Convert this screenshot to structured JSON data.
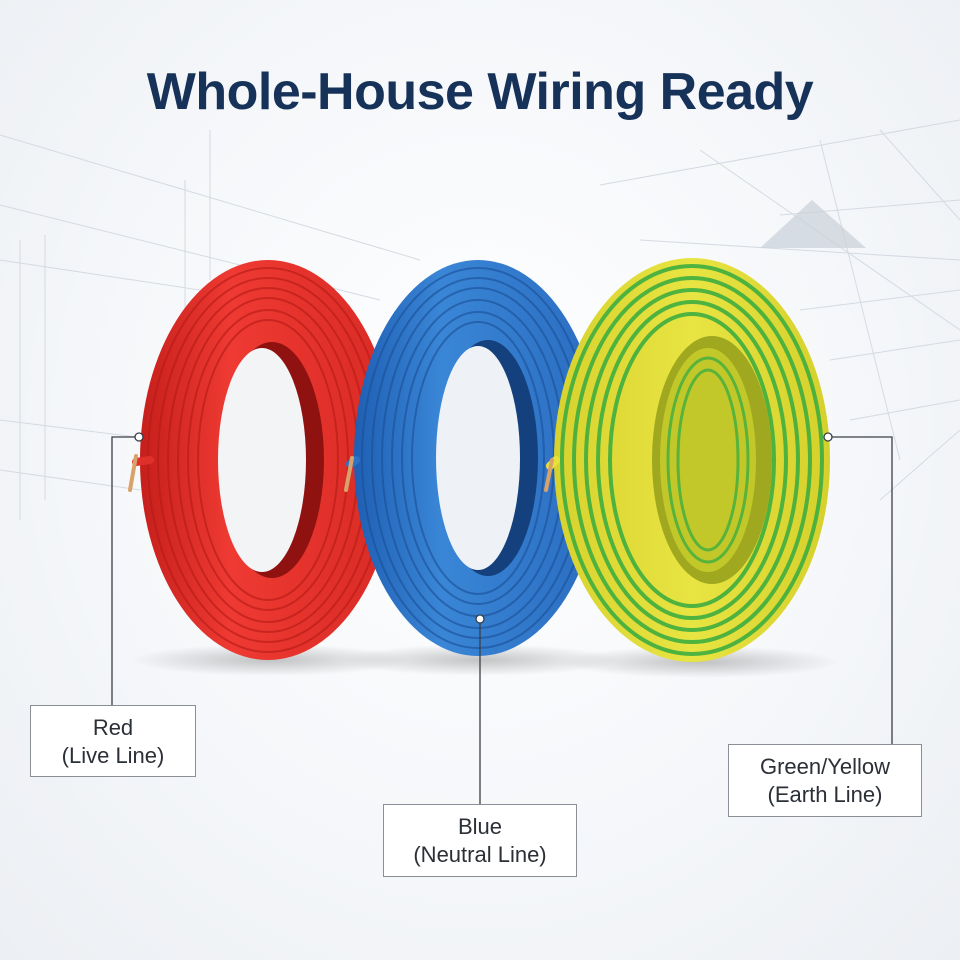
{
  "title": "Whole-House Wiring Ready",
  "colors": {
    "title": "#163259",
    "red_wire": "#e0302b",
    "blue_wire": "#2d72c6",
    "green_wire": "#3fae3f",
    "yellow_wire": "#e6e23a",
    "copper": "#d9a26a"
  },
  "coils": [
    {
      "color_name": "Red",
      "role": "(Live Line)"
    },
    {
      "color_name": "Blue",
      "role": "(Neutral Line)"
    },
    {
      "color_name": "Green/Yellow",
      "role": "(Earth Line)"
    }
  ]
}
